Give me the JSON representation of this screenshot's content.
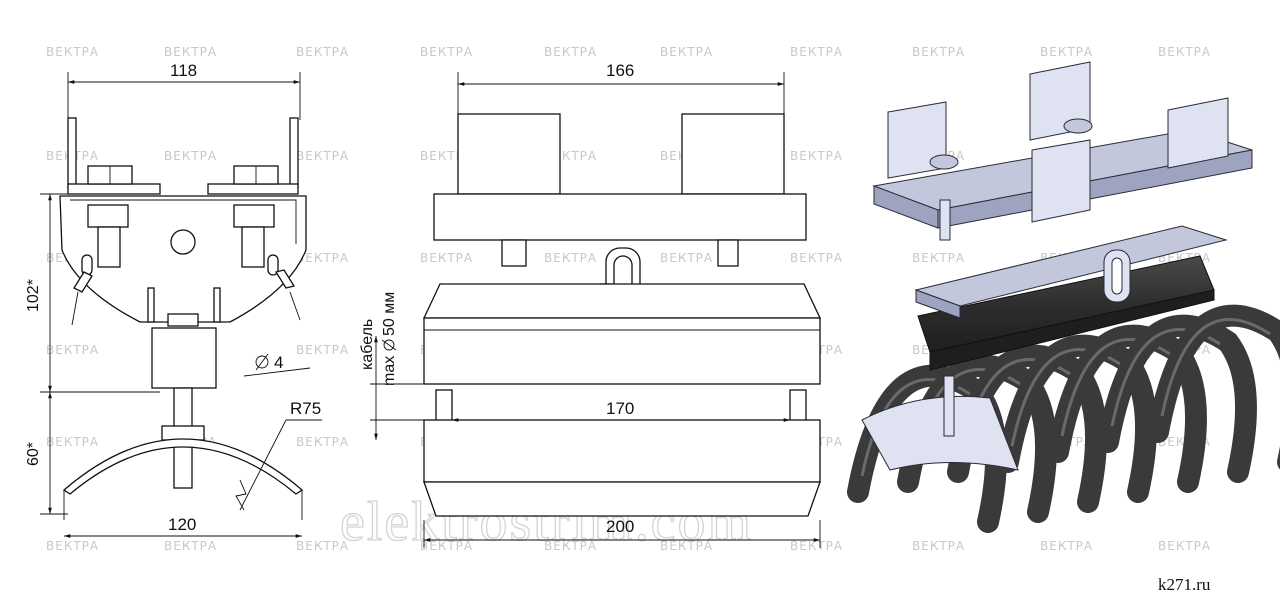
{
  "watermark": {
    "text": "ВЕКТРА"
  },
  "site_watermark": "elektrostrim.com",
  "source_label": "k271.ru",
  "front_view": {
    "width_top": "118",
    "width_bottom": "120",
    "height_upper": "102*",
    "height_lower": "60*",
    "hole": "4",
    "radius": "R75"
  },
  "side_view": {
    "width_top": "166",
    "width_inner": "170",
    "width_bottom": "200",
    "cable_label_1": "кабель",
    "cable_label_2": "max",
    "cable_label_3": "50 мм"
  },
  "render": {
    "plate_color": "#c3c7dc",
    "rubber_color": "#2e2e2e",
    "cable_color": "#3a3a3a"
  }
}
